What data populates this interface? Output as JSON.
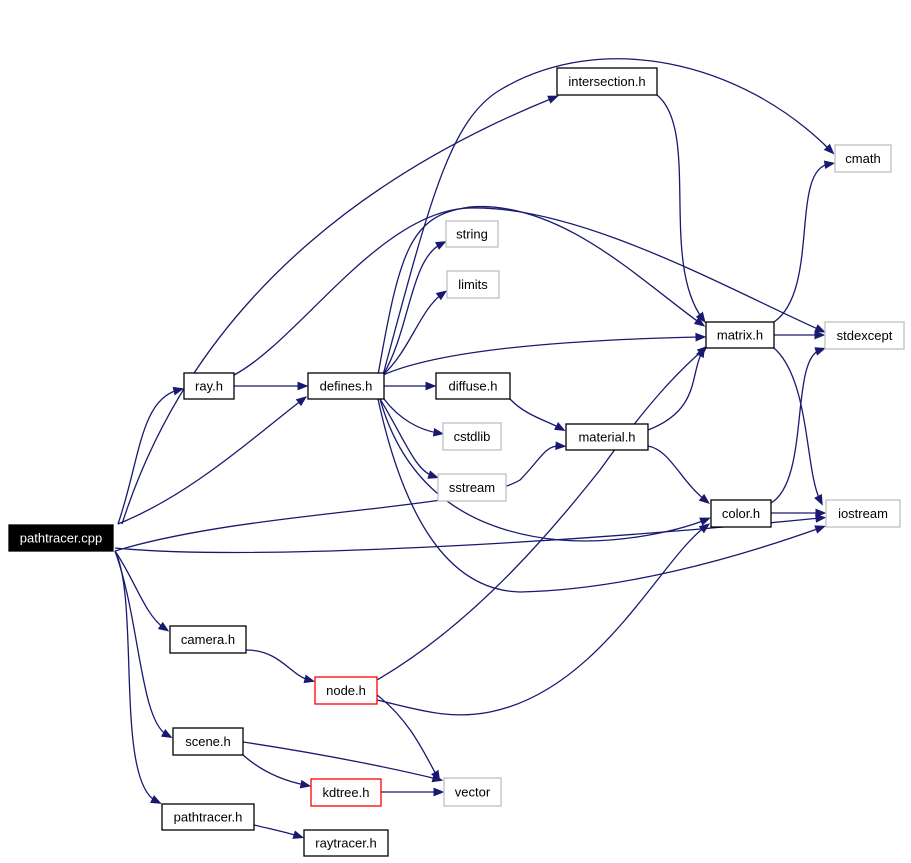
{
  "colors": {
    "edge": "#191970",
    "box_border": "#000000",
    "missing_border": "#bfbfbf",
    "incomplete_border": "#ff0000",
    "root_fill": "#000000"
  },
  "nodes": [
    {
      "id": "pathtracer_cpp",
      "label": "pathtracer.cpp",
      "kind": "root"
    },
    {
      "id": "ray_h",
      "label": "ray.h",
      "kind": "normal"
    },
    {
      "id": "defines_h",
      "label": "defines.h",
      "kind": "normal"
    },
    {
      "id": "intersection_h",
      "label": "intersection.h",
      "kind": "normal"
    },
    {
      "id": "cmath",
      "label": "cmath",
      "kind": "system"
    },
    {
      "id": "string",
      "label": "string",
      "kind": "system"
    },
    {
      "id": "limits",
      "label": "limits",
      "kind": "system"
    },
    {
      "id": "matrix_h",
      "label": "matrix.h",
      "kind": "normal"
    },
    {
      "id": "stdexcept",
      "label": "stdexcept",
      "kind": "system"
    },
    {
      "id": "diffuse_h",
      "label": "diffuse.h",
      "kind": "normal"
    },
    {
      "id": "cstdlib",
      "label": "cstdlib",
      "kind": "system"
    },
    {
      "id": "material_h",
      "label": "material.h",
      "kind": "normal"
    },
    {
      "id": "sstream",
      "label": "sstream",
      "kind": "system"
    },
    {
      "id": "color_h",
      "label": "color.h",
      "kind": "normal"
    },
    {
      "id": "iostream",
      "label": "iostream",
      "kind": "system"
    },
    {
      "id": "camera_h",
      "label": "camera.h",
      "kind": "normal"
    },
    {
      "id": "node_h",
      "label": "node.h",
      "kind": "incomplete"
    },
    {
      "id": "scene_h",
      "label": "scene.h",
      "kind": "normal"
    },
    {
      "id": "kdtree_h",
      "label": "kdtree.h",
      "kind": "incomplete"
    },
    {
      "id": "vector",
      "label": "vector",
      "kind": "system"
    },
    {
      "id": "pathtracer_h",
      "label": "pathtracer.h",
      "kind": "normal"
    },
    {
      "id": "raytracer_h",
      "label": "raytracer.h",
      "kind": "normal"
    }
  ],
  "edges": [
    {
      "from": "pathtracer_cpp",
      "to": "intersection_h"
    },
    {
      "from": "pathtracer_cpp",
      "to": "ray_h"
    },
    {
      "from": "pathtracer_cpp",
      "to": "defines_h"
    },
    {
      "from": "pathtracer_cpp",
      "to": "material_h"
    },
    {
      "from": "pathtracer_cpp",
      "to": "iostream"
    },
    {
      "from": "pathtracer_cpp",
      "to": "camera_h"
    },
    {
      "from": "pathtracer_cpp",
      "to": "scene_h"
    },
    {
      "from": "pathtracer_cpp",
      "to": "pathtracer_h"
    },
    {
      "from": "ray_h",
      "to": "defines_h"
    },
    {
      "from": "ray_h",
      "to": "stdexcept"
    },
    {
      "from": "intersection_h",
      "to": "matrix_h"
    },
    {
      "from": "intersection_h",
      "to": "cmath"
    },
    {
      "from": "defines_h",
      "to": "string"
    },
    {
      "from": "defines_h",
      "to": "limits"
    },
    {
      "from": "defines_h",
      "to": "matrix_h"
    },
    {
      "from": "defines_h",
      "to": "diffuse_h"
    },
    {
      "from": "defines_h",
      "to": "cstdlib"
    },
    {
      "from": "defines_h",
      "to": "sstream"
    },
    {
      "from": "defines_h",
      "to": "color_h"
    },
    {
      "from": "defines_h",
      "to": "intersection_h"
    },
    {
      "from": "defines_h",
      "to": "iostream"
    },
    {
      "from": "diffuse_h",
      "to": "material_h"
    },
    {
      "from": "material_h",
      "to": "matrix_h"
    },
    {
      "from": "material_h",
      "to": "color_h"
    },
    {
      "from": "matrix_h",
      "to": "stdexcept"
    },
    {
      "from": "matrix_h",
      "to": "cmath"
    },
    {
      "from": "matrix_h",
      "to": "iostream"
    },
    {
      "from": "color_h",
      "to": "iostream"
    },
    {
      "from": "color_h",
      "to": "stdexcept"
    },
    {
      "from": "camera_h",
      "to": "node_h"
    },
    {
      "from": "node_h",
      "to": "matrix_h"
    },
    {
      "from": "node_h",
      "to": "color_h"
    },
    {
      "from": "node_h",
      "to": "vector"
    },
    {
      "from": "scene_h",
      "to": "kdtree_h"
    },
    {
      "from": "scene_h",
      "to": "vector"
    },
    {
      "from": "kdtree_h",
      "to": "vector"
    },
    {
      "from": "pathtracer_h",
      "to": "raytracer_h"
    }
  ]
}
